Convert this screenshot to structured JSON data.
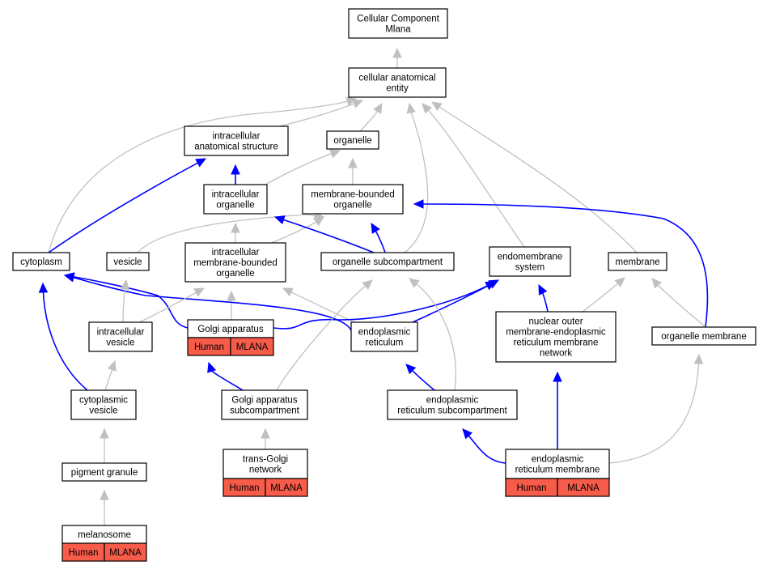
{
  "nodes": [
    {
      "id": "root",
      "lines": [
        "Cellular Component",
        "Mlana"
      ]
    },
    {
      "id": "cae",
      "lines": [
        "cellular anatomical",
        "entity"
      ]
    },
    {
      "id": "ias",
      "lines": [
        "intracellular",
        "anatomical structure"
      ]
    },
    {
      "id": "org",
      "lines": [
        "organelle"
      ]
    },
    {
      "id": "io",
      "lines": [
        "intracellular",
        "organelle"
      ]
    },
    {
      "id": "mbo",
      "lines": [
        "membrane-bounded",
        "organelle"
      ]
    },
    {
      "id": "cyto",
      "lines": [
        "cytoplasm"
      ]
    },
    {
      "id": "ves",
      "lines": [
        "vesicle"
      ]
    },
    {
      "id": "imbo",
      "lines": [
        "intracellular",
        "membrane-bounded",
        "organelle"
      ]
    },
    {
      "id": "osub",
      "lines": [
        "organelle subcompartment"
      ]
    },
    {
      "id": "endo",
      "lines": [
        "endomembrane",
        "system"
      ]
    },
    {
      "id": "memb",
      "lines": [
        "membrane"
      ]
    },
    {
      "id": "ivs",
      "lines": [
        "intracellular",
        "vesicle"
      ]
    },
    {
      "id": "golgi",
      "lines": [
        "Golgi apparatus"
      ],
      "tags": [
        "Human",
        "MLANA"
      ]
    },
    {
      "id": "er",
      "lines": [
        "endoplasmic",
        "reticulum"
      ]
    },
    {
      "id": "nucl",
      "lines": [
        "nuclear outer",
        "membrane-endoplasmic",
        "reticulum membrane",
        "network"
      ]
    },
    {
      "id": "orgm",
      "lines": [
        "organelle membrane"
      ]
    },
    {
      "id": "cves",
      "lines": [
        "cytoplasmic",
        "vesicle"
      ]
    },
    {
      "id": "gasub",
      "lines": [
        "Golgi apparatus",
        "subcompartment"
      ]
    },
    {
      "id": "ersub",
      "lines": [
        "endoplasmic",
        "reticulum subcompartment"
      ]
    },
    {
      "id": "pig",
      "lines": [
        "pigment granule"
      ]
    },
    {
      "id": "tgn",
      "lines": [
        "trans-Golgi",
        "network"
      ],
      "tags": [
        "Human",
        "MLANA"
      ]
    },
    {
      "id": "erm",
      "lines": [
        "endoplasmic",
        "reticulum membrane"
      ],
      "tags": [
        "Human",
        "MLANA"
      ]
    },
    {
      "id": "mel",
      "lines": [
        "melanosome"
      ],
      "tags": [
        "Human",
        "MLANA"
      ]
    }
  ],
  "edges": [
    {
      "from": "cae",
      "to": "root",
      "color": "gray"
    },
    {
      "from": "ias",
      "to": "cae",
      "color": "gray"
    },
    {
      "from": "org",
      "to": "cae",
      "color": "gray"
    },
    {
      "from": "cyto",
      "to": "cae",
      "color": "gray"
    },
    {
      "from": "osub",
      "to": "cae",
      "color": "gray"
    },
    {
      "from": "endo",
      "to": "cae",
      "color": "gray"
    },
    {
      "from": "memb",
      "to": "cae",
      "color": "gray"
    },
    {
      "from": "io",
      "to": "ias",
      "color": "blue"
    },
    {
      "from": "io",
      "to": "org",
      "color": "gray"
    },
    {
      "from": "mbo",
      "to": "org",
      "color": "gray"
    },
    {
      "from": "cyto",
      "to": "ias",
      "color": "blue"
    },
    {
      "from": "imbo",
      "to": "io",
      "color": "gray"
    },
    {
      "from": "imbo",
      "to": "mbo",
      "color": "gray"
    },
    {
      "from": "ves",
      "to": "mbo",
      "color": "gray"
    },
    {
      "from": "osub",
      "to": "io",
      "color": "blue"
    },
    {
      "from": "osub",
      "to": "mbo",
      "color": "blue"
    },
    {
      "from": "orgm",
      "to": "mbo",
      "color": "blue"
    },
    {
      "from": "golgi",
      "to": "imbo",
      "color": "gray"
    },
    {
      "from": "er",
      "to": "imbo",
      "color": "gray"
    },
    {
      "from": "golgi",
      "to": "cyto",
      "color": "blue"
    },
    {
      "from": "er",
      "to": "cyto",
      "color": "blue"
    },
    {
      "from": "golgi",
      "to": "endo",
      "color": "blue"
    },
    {
      "from": "er",
      "to": "endo",
      "color": "blue"
    },
    {
      "from": "nucl",
      "to": "endo",
      "color": "blue"
    },
    {
      "from": "nucl",
      "to": "memb",
      "color": "gray"
    },
    {
      "from": "orgm",
      "to": "memb",
      "color": "gray"
    },
    {
      "from": "ivs",
      "to": "ves",
      "color": "gray"
    },
    {
      "from": "ivs",
      "to": "imbo",
      "color": "gray"
    },
    {
      "from": "cves",
      "to": "ivs",
      "color": "gray"
    },
    {
      "from": "cves",
      "to": "cyto",
      "color": "blue"
    },
    {
      "from": "gasub",
      "to": "golgi",
      "color": "blue"
    },
    {
      "from": "gasub",
      "to": "osub",
      "color": "gray"
    },
    {
      "from": "ersub",
      "to": "er",
      "color": "blue"
    },
    {
      "from": "ersub",
      "to": "osub",
      "color": "gray"
    },
    {
      "from": "pig",
      "to": "cves",
      "color": "gray"
    },
    {
      "from": "tgn",
      "to": "gasub",
      "color": "gray"
    },
    {
      "from": "erm",
      "to": "ersub",
      "color": "blue"
    },
    {
      "from": "erm",
      "to": "nucl",
      "color": "blue"
    },
    {
      "from": "erm",
      "to": "orgm",
      "color": "gray"
    },
    {
      "from": "mel",
      "to": "pig",
      "color": "gray"
    }
  ]
}
